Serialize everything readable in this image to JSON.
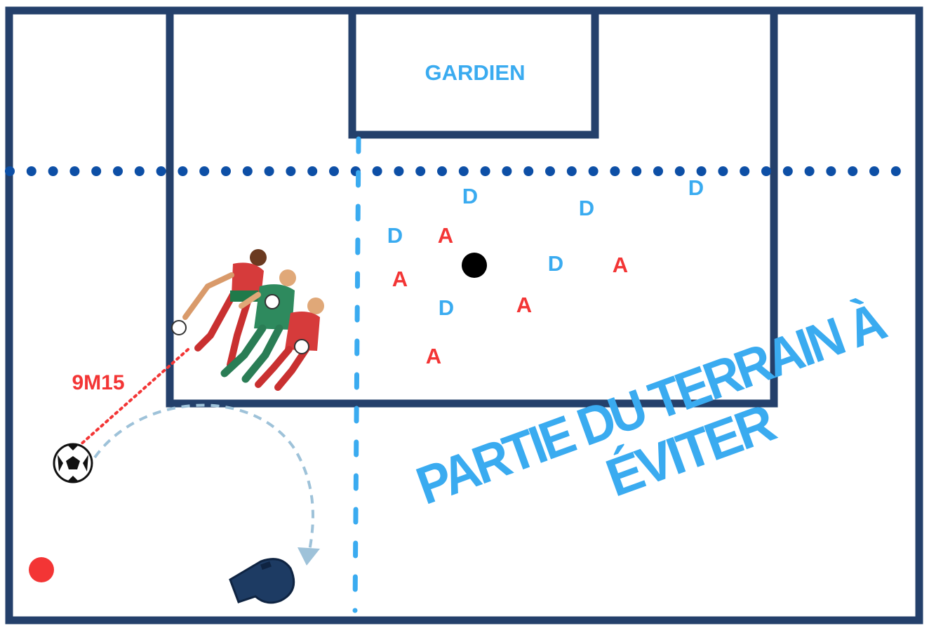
{
  "labels": {
    "keeper_zone": "GARDIEN",
    "distance": "9M15",
    "avoid_zone_line1": "PARTIE DU TERRAIN À",
    "avoid_zone_line2": "ÉVITER"
  },
  "markers": {
    "defender": "D",
    "attacker": "A"
  },
  "colors": {
    "pitch_lines": "#24406b",
    "dotted_line": "#0d4fa6",
    "defender": "#3aabf0",
    "attacker": "#f33535",
    "distance_text": "#f33535",
    "avoid_text": "#3aabf0",
    "trajectory": "#9ec2d9",
    "whistle": "#1d3b63"
  },
  "icons": {
    "ball": "soccer-ball-icon",
    "whistle": "whistle-icon",
    "wall": "player-wall-icon"
  }
}
